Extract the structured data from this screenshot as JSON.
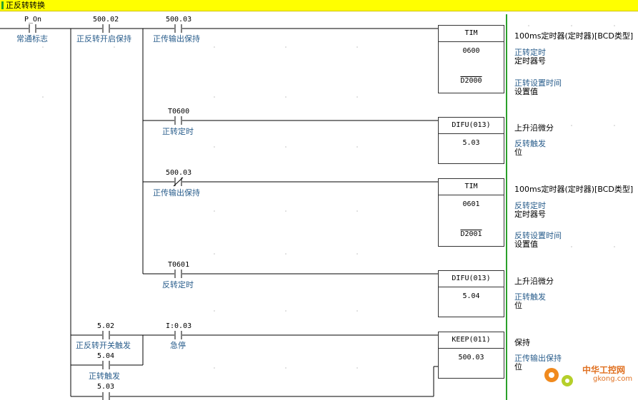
{
  "section_title": "正反转转换",
  "rungs": {
    "r1": {
      "c1": {
        "operand": "P_On",
        "comment": "常通标志"
      },
      "c2": {
        "operand": "500.02",
        "comment": "正反转开启保持"
      },
      "c3": {
        "operand": "500.03",
        "comment": "正传输出保持"
      },
      "instr": {
        "name": "TIM",
        "op1": "0600",
        "op2": "D2000"
      },
      "right": {
        "title": "100ms定时器(定时器)[BCD类型]",
        "c1_blue": "正转定时",
        "c1_black": "定时器号",
        "c2_blue": "正转设置时间",
        "c2_black": "设置值"
      }
    },
    "r2": {
      "c1": {
        "operand": "T0600",
        "comment": "正转定时"
      },
      "instr": {
        "name": "DIFU(013)",
        "op1": "5.03"
      },
      "right": {
        "title": "上升沿微分",
        "c1_blue": "反转触发",
        "c1_black": "位"
      }
    },
    "r3": {
      "c1": {
        "operand": "500.03",
        "comment": "正传输出保持"
      },
      "instr": {
        "name": "TIM",
        "op1": "0601",
        "op2": "D2001"
      },
      "right": {
        "title": "100ms定时器(定时器)[BCD类型]",
        "c1_blue": "反转定时",
        "c1_black": "定时器号",
        "c2_blue": "反转设置时间",
        "c2_black": "设置值"
      }
    },
    "r4": {
      "c1": {
        "operand": "T0601",
        "comment": "反转定时"
      },
      "instr": {
        "name": "DIFU(013)",
        "op1": "5.04"
      },
      "right": {
        "title": "上升沿微分",
        "c1_blue": "正转触发",
        "c1_black": "位"
      }
    },
    "r5": {
      "c1": {
        "operand": "5.02",
        "comment": "正反转开关触发"
      },
      "c1b": {
        "operand": "5.04",
        "comment": "正转触发"
      },
      "c1c": {
        "operand": "5.03"
      },
      "c2": {
        "operand": "I:0.03",
        "comment": "急停"
      },
      "instr": {
        "name": "KEEP(011)",
        "op1": "500.03"
      },
      "right": {
        "title": "保持",
        "c1_blue": "正传输出保持",
        "c1_black": "位"
      }
    }
  },
  "watermark": {
    "text": "中华工控网",
    "sub": "gkong.com"
  },
  "colors": {
    "title_bg": "#ffff00",
    "comment": "#2a5e8c",
    "rail": "#2aa02a"
  }
}
